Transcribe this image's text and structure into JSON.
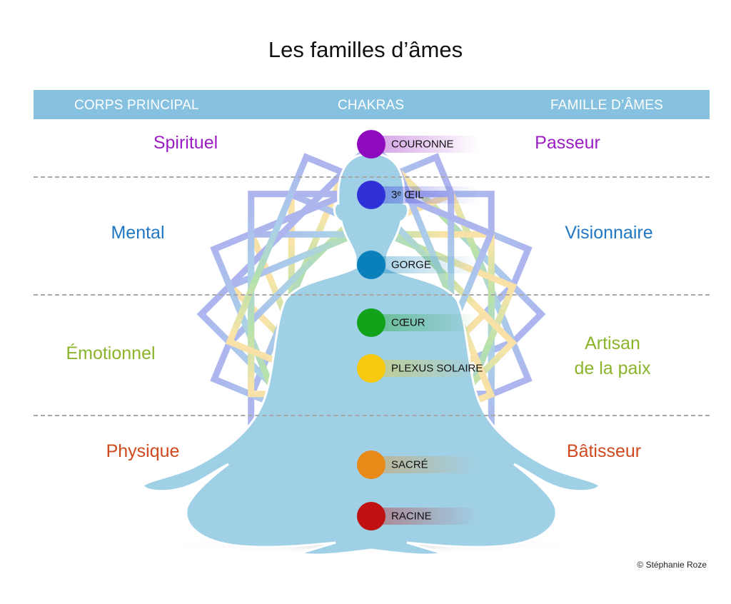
{
  "title": "Les familles d’âmes",
  "header": {
    "col1": "CORPS PRINCIPAL",
    "col2": "CHAKRAS",
    "col3": "FAMILLE D’ÂMES",
    "color": "#86c2df"
  },
  "rows": [
    {
      "corps": "Spirituel",
      "famille": "Passeur",
      "color": "#9a1ec4"
    },
    {
      "corps": "Mental",
      "famille": "Visionnaire",
      "color": "#1f76c2"
    },
    {
      "corps": "Émotionnel",
      "famille_line1": "Artisan",
      "famille_line2": "de la paix",
      "color": "#8ab42a"
    },
    {
      "corps": "Physique",
      "famille": "Bâtisseur",
      "color": "#d0491e"
    }
  ],
  "chakras": [
    {
      "name": "COURONNE",
      "color": "#8d0bbd"
    },
    {
      "name": "3ᵉ ŒIL",
      "color": "#3030d8"
    },
    {
      "name": "GORGE",
      "color": "#0a80bb"
    },
    {
      "name": "CŒUR",
      "color": "#12a21a"
    },
    {
      "name": "PLEXUS SOLAIRE",
      "color": "#f6c80e"
    },
    {
      "name": "SACRÉ",
      "color": "#e88a17"
    },
    {
      "name": "RACINE",
      "color": "#c01010"
    }
  ],
  "body_color": "#9fd0e6",
  "copyright": "© Stéphanie Roze"
}
